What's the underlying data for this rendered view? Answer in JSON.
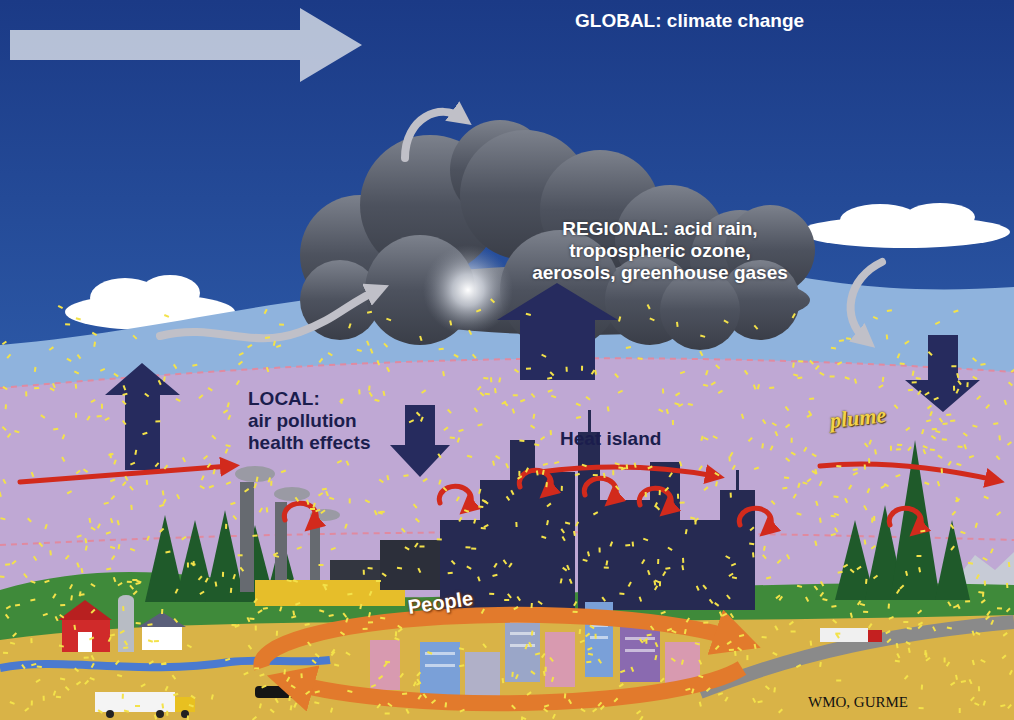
{
  "diagram": {
    "labels": [
      "GLOBAL: climate change",
      "REGIONAL: acid rain, tropospheric ozone, aerosols, greenhouse gases",
      "LOCAL:",
      "air pollution health effects",
      "Heat island",
      "plume",
      "People",
      "WMO, GURME"
    ]
  }
}
